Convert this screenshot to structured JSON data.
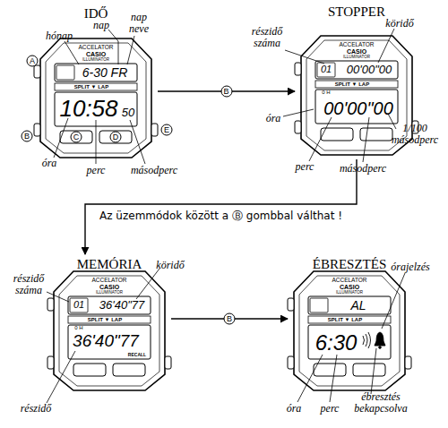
{
  "diagram": {
    "nodes": [
      {
        "text": [
          "IDŐ"
        ]
      },
      {
        "text": [
          "STOPPER"
        ]
      },
      {
        "text": [
          "MEMÓRIA"
        ]
      },
      {
        "text": [
          "ÉBRESZTÉS"
        ]
      }
    ],
    "edges": [
      {
        "from": 0,
        "to": 1,
        "label": "B",
        "arrow": "to"
      },
      {
        "from": 1,
        "to": 2,
        "label": "Az üzemmódok között a Ⓑ gombbal válthat !",
        "arrow": "to"
      },
      {
        "from": 2,
        "to": 3,
        "label": "B",
        "arrow": "to"
      }
    ],
    "labels": [
      "hónap",
      "nap",
      "nap neve",
      "A",
      "ACCELATOR",
      "CASIO",
      "ILLUMINATOR",
      "6-30 FR",
      "SPLIT ▼ LAP",
      "10:58",
      "50",
      "B",
      "C",
      "D",
      "E",
      "óra",
      "perc",
      "másodperc",
      "részidő száma",
      "köridő",
      "ACCELATOR",
      "CASIO",
      "ILLUMINATOR",
      "01",
      "00'00\"00",
      "0 H",
      "SPLIT ▼ LAP",
      "00'00\"00",
      "óra",
      "perc",
      "másodperc",
      "1/100 másodperc",
      "részidő száma",
      "köridő",
      "ACCELATOR",
      "CASIO",
      "ILLUMINATOR",
      "01",
      "36'40\"77",
      "0 H",
      "SPLIT ▼ LAP",
      "36'40\"77",
      "RECALL",
      "részidő",
      "órajelzés",
      "ACCELATOR",
      "CASIO",
      "ILLUMINATOR",
      "AL",
      "SPLIT ▼ LAP",
      "6:30",
      "óra",
      "perc",
      "ébresztés bekapcsolva"
    ]
  }
}
